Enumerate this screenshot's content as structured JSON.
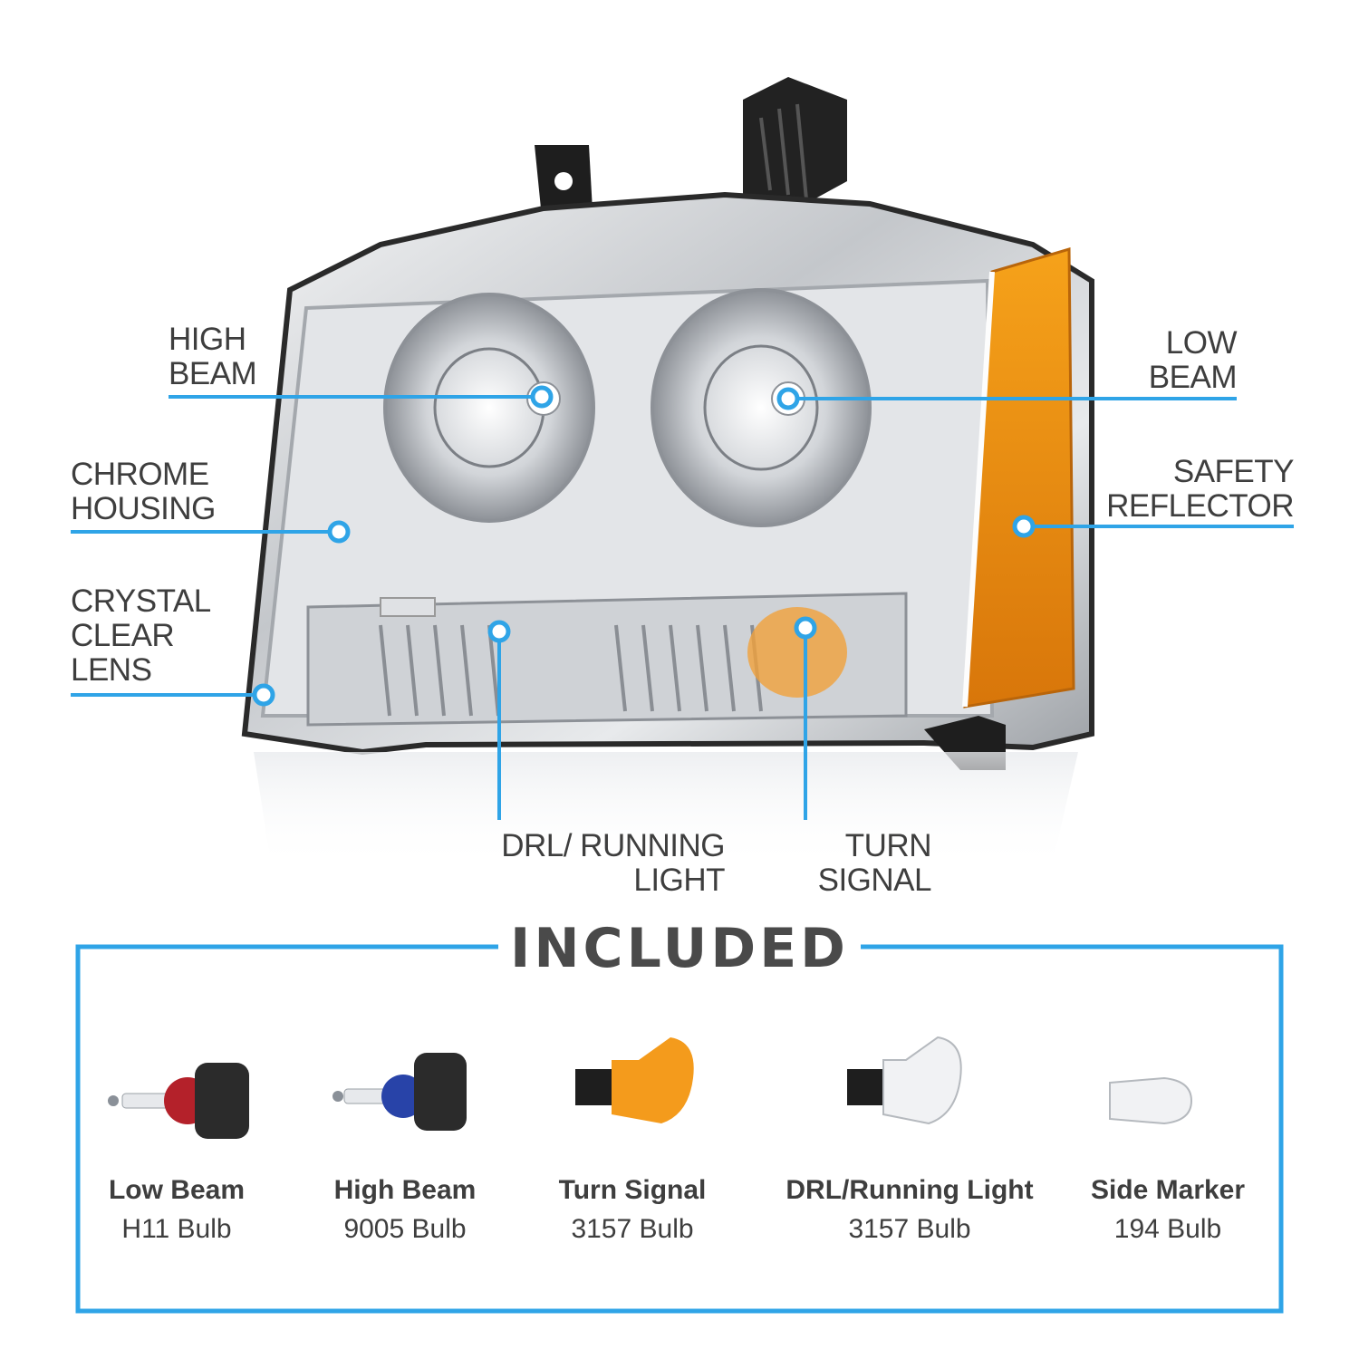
{
  "callouts": {
    "high_beam": [
      "HIGH",
      "BEAM"
    ],
    "low_beam": [
      "LOW",
      "BEAM"
    ],
    "chrome_housing": [
      "CHROME",
      "HOUSING"
    ],
    "safety_reflector": [
      "SAFETY",
      "REFLECTOR"
    ],
    "crystal_clear_lens": [
      "CRYSTAL",
      "CLEAR",
      "LENS"
    ],
    "drl_running_light": [
      "DRL/ RUNNING",
      "LIGHT"
    ],
    "turn_signal": [
      "TURN",
      "SIGNAL"
    ]
  },
  "included": {
    "title": "INCLUDED",
    "items": [
      {
        "name": "Low Beam",
        "bulb": "H11 Bulb"
      },
      {
        "name": "High Beam",
        "bulb": "9005 Bulb"
      },
      {
        "name": "Turn Signal",
        "bulb": "3157 Bulb"
      },
      {
        "name": "DRL/Running Light",
        "bulb": "3157 Bulb"
      },
      {
        "name": "Side Marker",
        "bulb": "194 Bulb"
      }
    ]
  },
  "colors": {
    "accent": "#2fa4e7",
    "text": "#3e3e3e",
    "amber": "#e8900c",
    "chrome": "#c9ccd0"
  },
  "icons": {
    "headlight": "headlight-assembly-image",
    "bulbs": [
      "h11-bulb-icon",
      "9005-bulb-icon",
      "3157-amber-bulb-icon",
      "3157-clear-bulb-icon",
      "194-wedge-bulb-icon"
    ]
  }
}
